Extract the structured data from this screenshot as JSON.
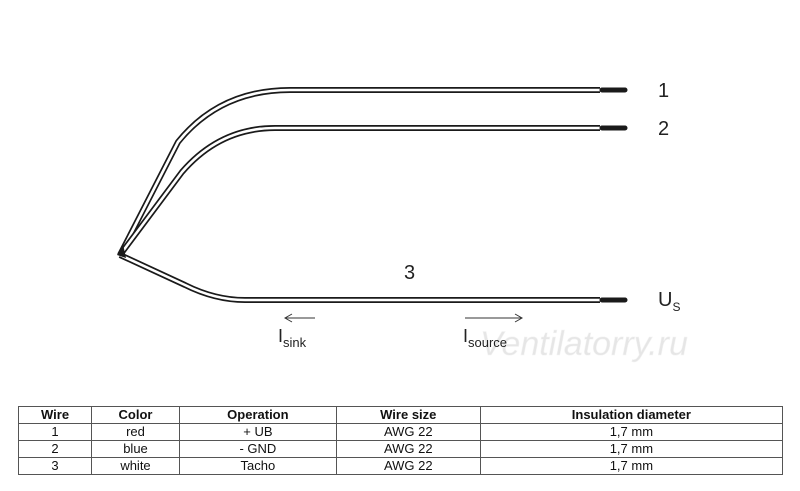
{
  "diagram": {
    "wire_labels": [
      "1",
      "2",
      "3"
    ],
    "us_label": "U",
    "us_subscript": "S",
    "current_sink": {
      "main": "I",
      "sub": "sink"
    },
    "current_source": {
      "main": "I",
      "sub": "source"
    },
    "watermark": "Ventilatorry.ru"
  },
  "table": {
    "headers": [
      "Wire",
      "Color",
      "Operation",
      "Wire size",
      "Insulation diameter"
    ],
    "rows": [
      [
        "1",
        "red",
        "+ UB",
        "AWG 22",
        "1,7 mm"
      ],
      [
        "2",
        "blue",
        "- GND",
        "AWG 22",
        "1,7 mm"
      ],
      [
        "3",
        "white",
        "Tacho",
        "AWG 22",
        "1,7 mm"
      ]
    ]
  }
}
